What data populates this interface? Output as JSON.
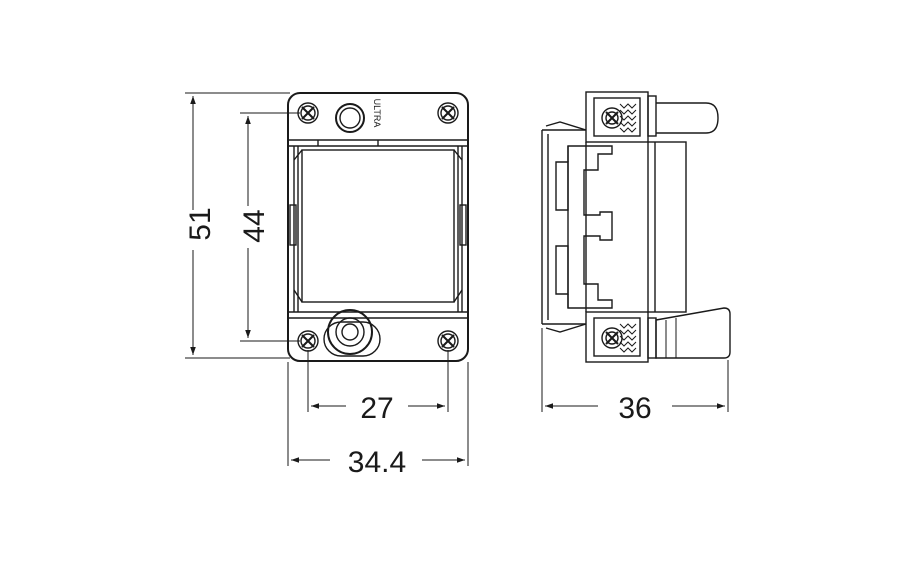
{
  "front_view": {
    "brand_mark": "ULTRA"
  },
  "dimensions": {
    "height_overall": "51",
    "height_inner": "44",
    "screw_spacing": "27",
    "width_overall": "34.4",
    "depth": "36"
  },
  "colors": {
    "line": "#1a1a1a",
    "background": "#ffffff"
  }
}
